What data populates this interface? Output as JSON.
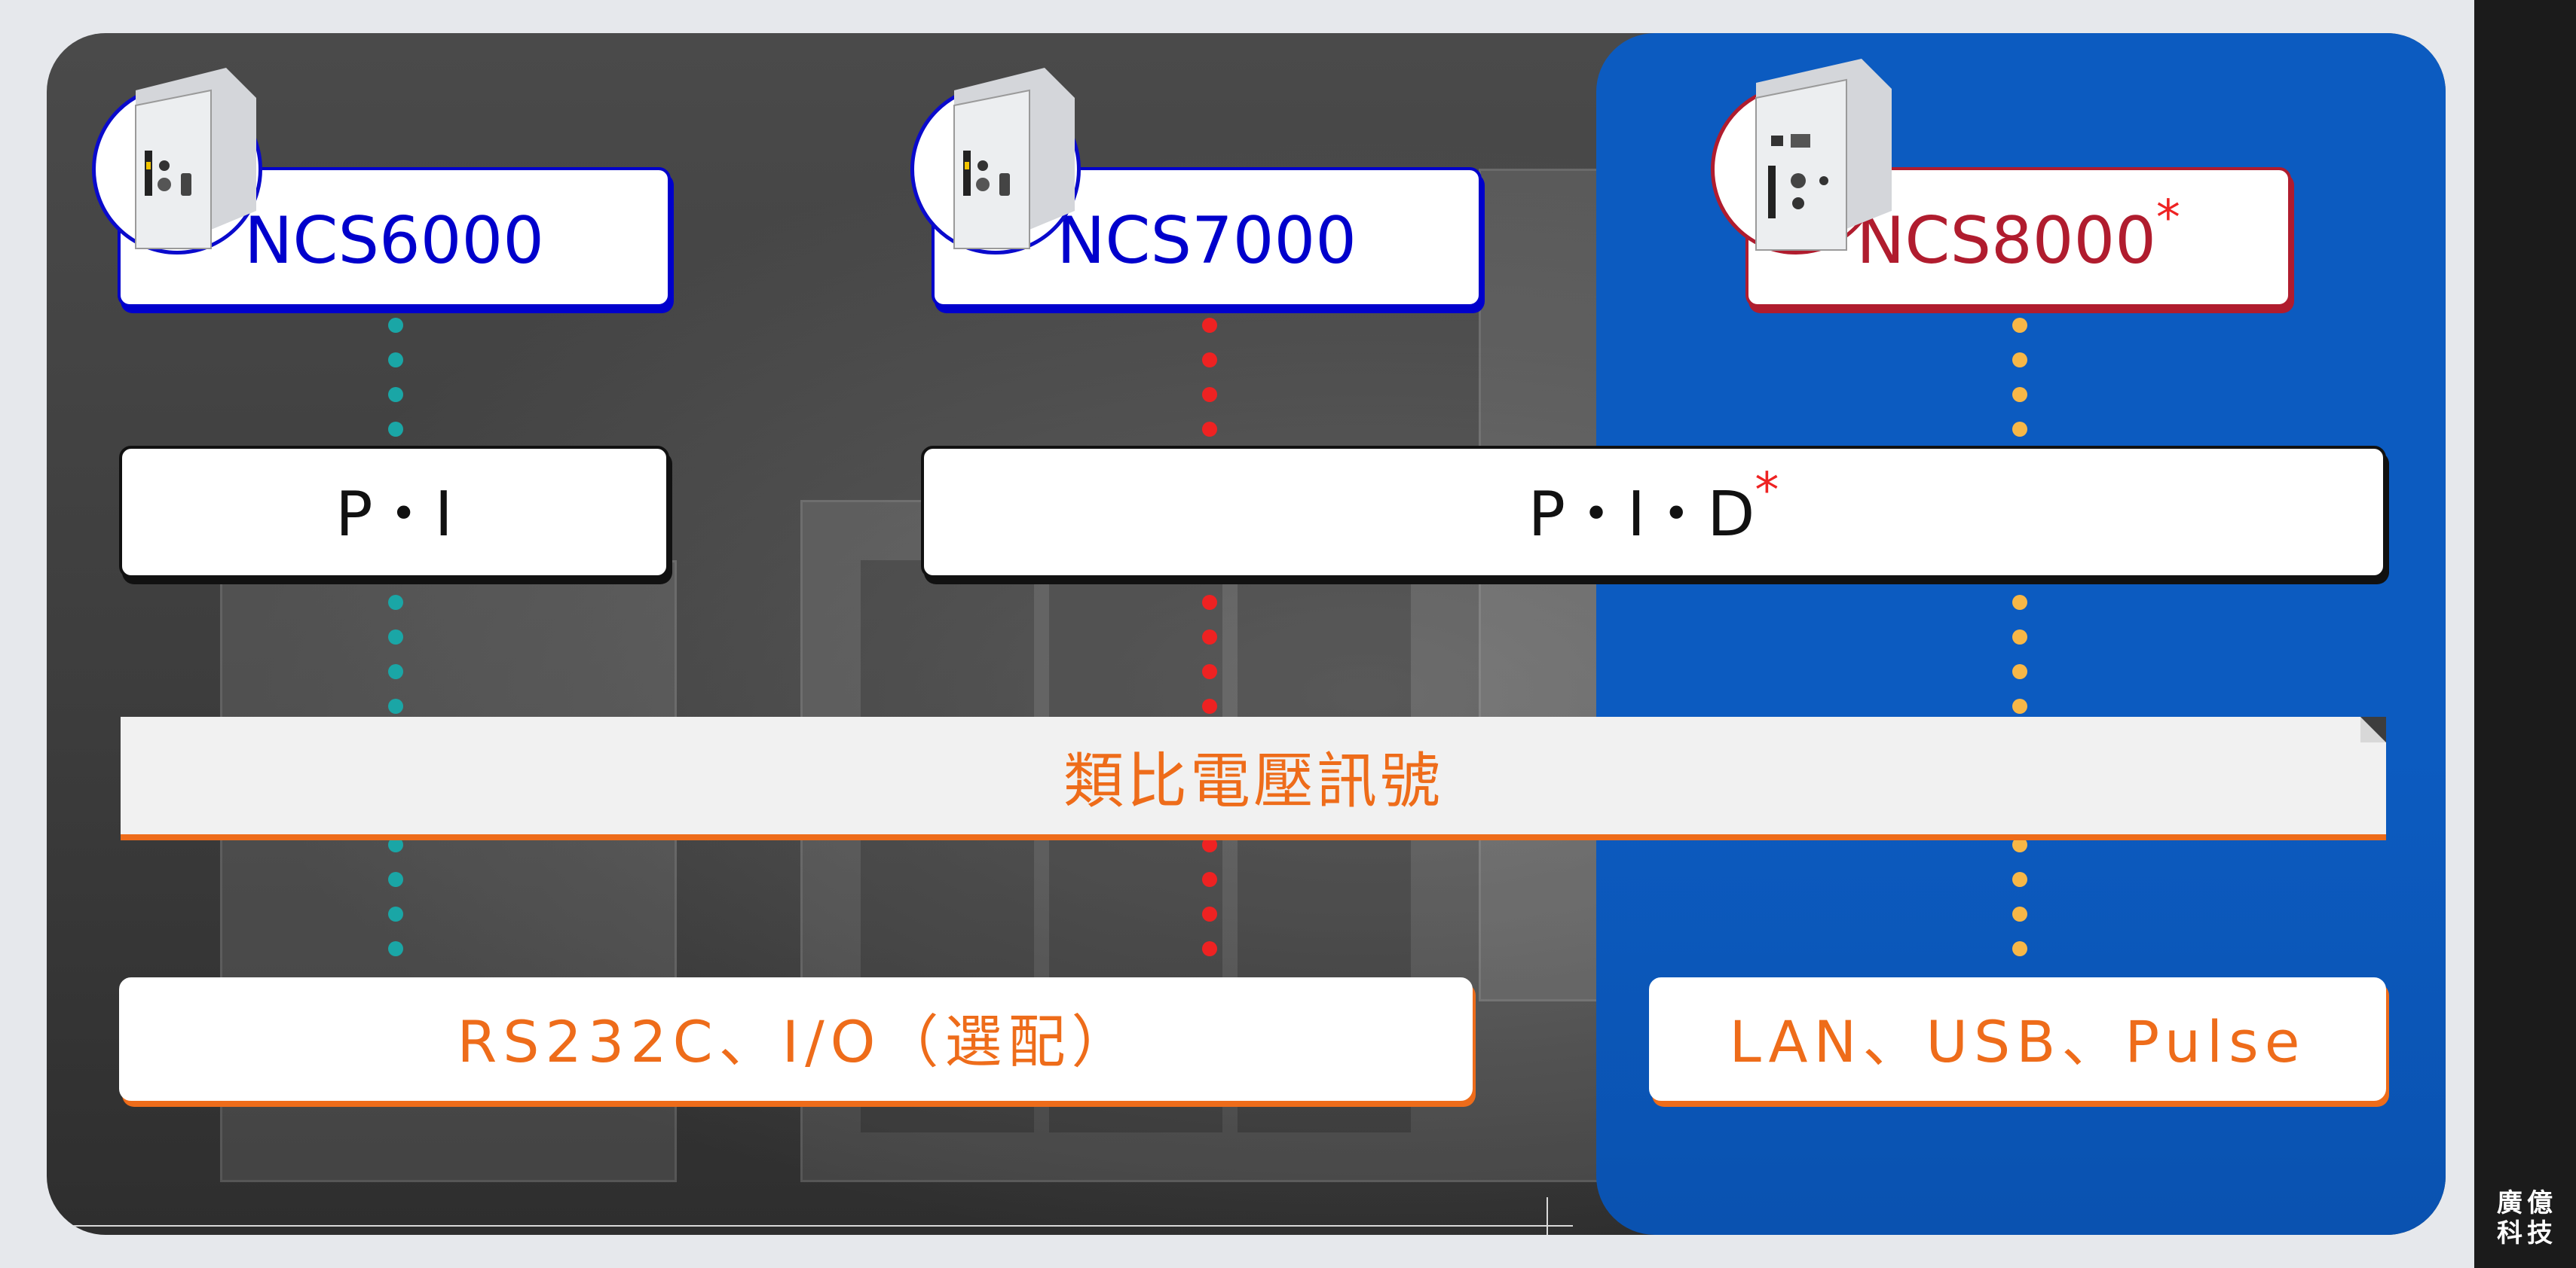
{
  "controllers": [
    {
      "name": "NCS6000",
      "star": "",
      "color": "#0000cc",
      "dot_color": "#1aa6a6"
    },
    {
      "name": "NCS7000",
      "star": "",
      "color": "#0000cc",
      "dot_color": "#ee2222"
    },
    {
      "name": "NCS8000",
      "star": "*",
      "color": "#b01c2e",
      "dot_color": "#f7b747"
    }
  ],
  "control_modes": [
    {
      "label": "P・I",
      "star": ""
    },
    {
      "label": "P・I・D",
      "star": "*"
    }
  ],
  "analog_signal": {
    "label": "類比電壓訊號"
  },
  "interfaces": [
    {
      "label": "RS232C、I/O（選配）"
    },
    {
      "label": "LAN、USB、Pulse"
    }
  ],
  "brand": {
    "line1": "廣億",
    "line2": "科技"
  },
  "colors": {
    "highlight_panel": "#0c5bc0",
    "accent_orange": "#ee6c1a",
    "background": "#e6e8ec"
  }
}
